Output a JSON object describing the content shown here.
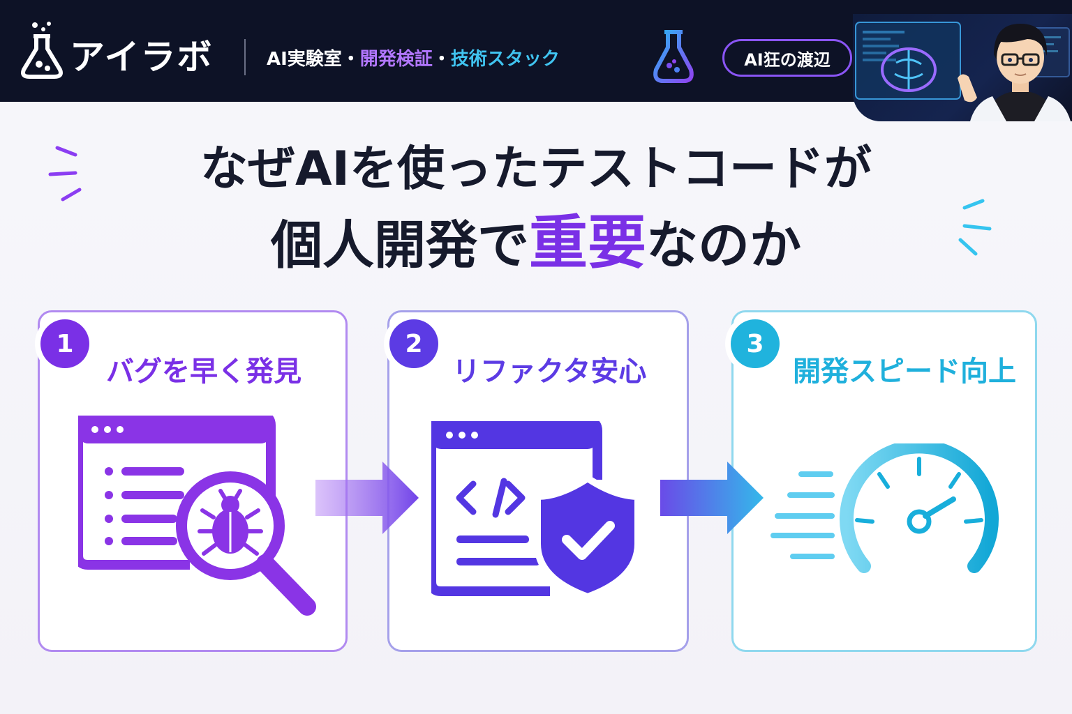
{
  "header": {
    "logo_text": "アイラボ",
    "tagline": {
      "part1": "AI実験室・",
      "part2": "開発検証",
      "sep": "・",
      "part3": "技術スタック"
    },
    "author": "AI狂の渡辺"
  },
  "headline": {
    "line1": "なぜAIを使ったテストコードが",
    "line2_pre": "個人開発で",
    "line2_accent": "重要",
    "line2_post": "なのか"
  },
  "steps": [
    {
      "number": "1",
      "title": "バグを早く発見",
      "icon": "bug-search-icon"
    },
    {
      "number": "2",
      "title": "リファクタ安心",
      "icon": "code-shield-icon"
    },
    {
      "number": "3",
      "title": "開発スピード向上",
      "icon": "speedometer-icon"
    }
  ],
  "colors": {
    "header_bg": "#0d1226",
    "purple": "#7a30e6",
    "indigo": "#5c3be4",
    "cyan": "#1fb0dc",
    "text_dark": "#161a2c"
  }
}
